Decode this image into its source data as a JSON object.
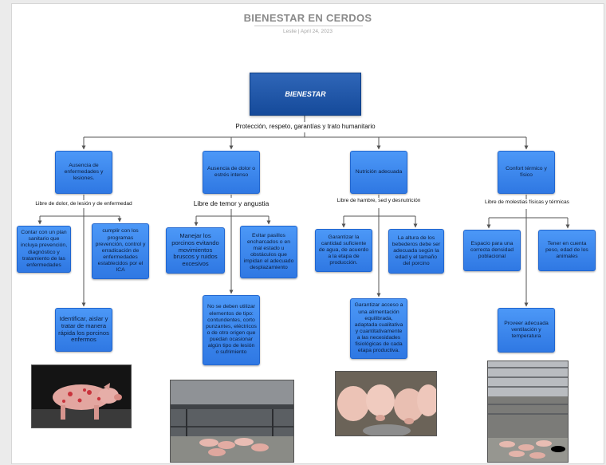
{
  "title": "BIENESTAR EN CERDOS",
  "meta": "Leslie  |  April 24, 2023",
  "root": {
    "label": "BIENESTAR"
  },
  "root_caption": "Protección, respeto, garantías y trato humanitario",
  "columns": [
    {
      "header": "Ausencia de enfermedades y lesiones.",
      "caption": "Libre de dolor, de lesión y de enfermedad",
      "children": [
        "Contar con un plan sanitario que incluya prevención, diagnóstico y tratamiento de las enfermedades",
        "cumplir con los programas prevención, control y erradicación de enfermedades establecidos por el ICA",
        "Identificar, aislar y tratar de manera rápida los porcinos enfermos"
      ],
      "image": "sick-pig-photo"
    },
    {
      "header": "Ausencia de dolor o estrés intenso",
      "caption": "Libre de temor y angustia",
      "children": [
        "Manejar los porcinos evitando movimientos bruscos y ruidos excesivos",
        "Evitar pasillos encharcados o en mal estado u obstáculos que impidan el adecuado desplazamiento",
        "No se deben utilizar elementos de tipo: contundentes, corto punzantes, eléctricos o de otro origen que puedan ocasionar algún tipo de lesión o sufrimiento"
      ],
      "image": "pig-pen-photo"
    },
    {
      "header": "Nutrición adecuada",
      "caption": "Libre de hambre, sed y desnutrición",
      "children": [
        "Garantizar la cantidad suficiente de agua, de acuerdo a la etapa de producción.",
        "La altura de los bebederos debe ser adecuada según la edad y el tamaño del porcino",
        "Garantizar acceso a una alimentación equilibrada, adaptada cualitativa y cuantitativamente a las necesidades fisiológicas de cada etapa productiva."
      ],
      "image": "piglets-eating-photo"
    },
    {
      "header": "Confort térmico y físico",
      "caption": "Libre de molestias físicas y térmicas",
      "children": [
        "Espacio para una correcta densidad poblacional",
        "Tener en cuenta peso, edad de los animales",
        "Proveer adecuada ventilación y temperatura"
      ],
      "image": "barn-photo"
    }
  ],
  "colors": {
    "root": "#1c56a8",
    "node": "#3d88ef",
    "connector": "#555555"
  }
}
